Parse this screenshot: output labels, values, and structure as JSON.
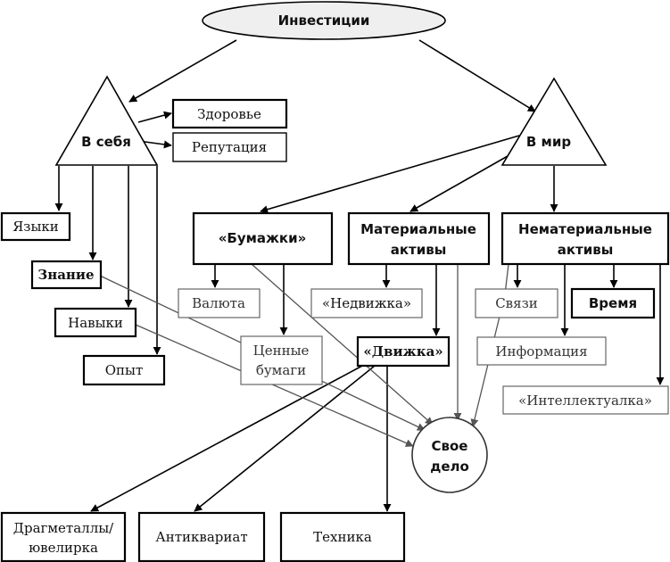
{
  "nodes": {
    "root": "Инвестиции",
    "self": "В себя",
    "world": "В мир",
    "health": "Здоровье",
    "reputation": "Репутация",
    "languages": "Языки",
    "knowledge": "Знание",
    "skills": "Навыки",
    "experience": "Опыт",
    "papers": "«Бумажки»",
    "material_1": "Материальные",
    "material_2": "активы",
    "nonmaterial_1": "Нематериальные",
    "nonmaterial_2": "активы",
    "currency": "Валюта",
    "securities_1": "Ценные",
    "securities_2": "бумаги",
    "realestate": "«Недвижка»",
    "movables": "«Движка»",
    "connections": "Связи",
    "time": "Время",
    "information": "Информация",
    "intellectual": "«Интеллектуалка»",
    "business_1": "Свое",
    "business_2": "дело",
    "metals_1": "Драгметаллы/",
    "metals_2": "ювелирка",
    "antiques": "Антиквариат",
    "equipment": "Техника"
  }
}
